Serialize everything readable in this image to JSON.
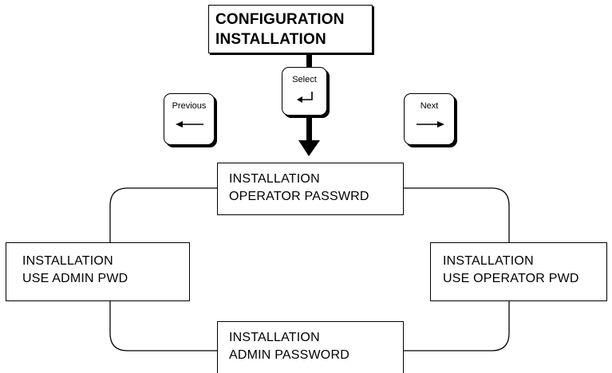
{
  "colors": {
    "line": "#000000",
    "background": "#ffffff"
  },
  "header": {
    "line1": "CONFIGURATION",
    "line2": "INSTALLATION"
  },
  "keys": {
    "select": {
      "label": "Select",
      "icon": "enter-icon"
    },
    "previous": {
      "label": "Previous",
      "icon": "arrow-left-icon"
    },
    "next": {
      "label": "Next",
      "icon": "arrow-right-icon"
    }
  },
  "menu": {
    "top": {
      "line1": "INSTALLATION",
      "line2": "OPERATOR PASSWRD"
    },
    "right": {
      "line1": "INSTALLATION",
      "line2": "USE OPERATOR PWD"
    },
    "bottom": {
      "line1": "INSTALLATION",
      "line2": "ADMIN PASSWORD"
    },
    "left": {
      "line1": "INSTALLATION",
      "line2": "USE ADMIN PWD"
    }
  }
}
